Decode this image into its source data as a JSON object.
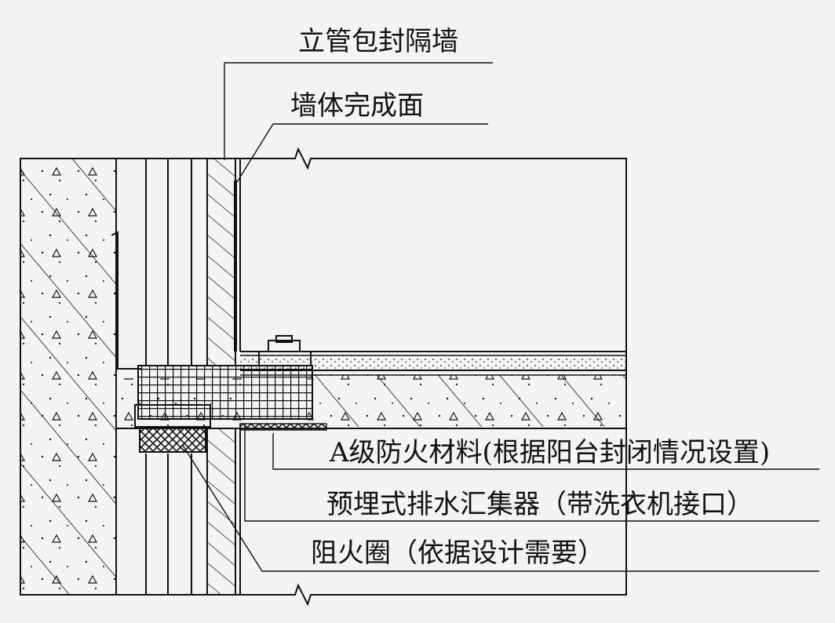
{
  "labels": {
    "riser_enclosure_wall": "立管包封隔墙",
    "wall_finish_surface": "墙体完成面",
    "fireproof_material": "A级防火材料(根据阳台封闭情况设置)",
    "embedded_drain_collector": "预埋式排水汇集器（带洗衣机接口）",
    "fire_stop_collar": "阻火圈（依据设计需要）"
  },
  "colors": {
    "background": "#f4f4f4",
    "ink": "#111111"
  }
}
